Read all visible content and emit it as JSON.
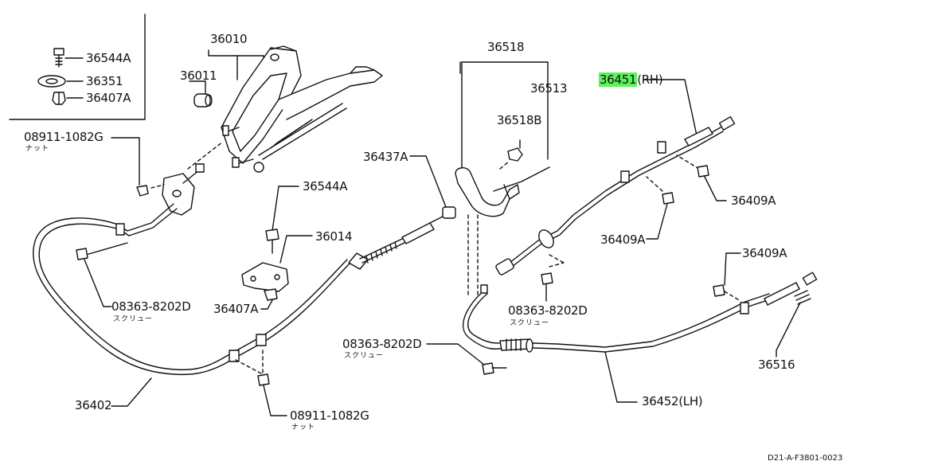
{
  "labels": {
    "p36544A_top": "36544A",
    "p36351": "36351",
    "p36407A_top": "36407A",
    "p36010": "36010",
    "p36011": "36011",
    "p08911_top": "08911-1082G",
    "nut_top": "ナット",
    "p36518": "36518",
    "p36513": "36513",
    "p36518B": "36518B",
    "p36451_part": "36451",
    "p36451_side": "(RH)",
    "p36437A": "36437A",
    "p36544A_mid": "36544A",
    "p36014": "36014",
    "p36407A_mid": "36407A",
    "p36409A_1": "36409A",
    "p36409A_2": "36409A",
    "p36409A_3": "36409A",
    "p08363_left": "08363-8202D",
    "screw_left": "スクリュー",
    "p08363_mid": "08363-8202D",
    "screw_mid": "スクリュー",
    "p08363_bottom": "08363-8202D",
    "screw_bottom": "スクリュー",
    "p36516": "36516",
    "p36402": "36402",
    "p36452": "36452(LH)",
    "p08911_bottom": "08911-1082G",
    "nut_bottom": "ナット",
    "diagram_id": "D21-A-F3801-0023"
  },
  "highlight_color": "#5cf25c"
}
